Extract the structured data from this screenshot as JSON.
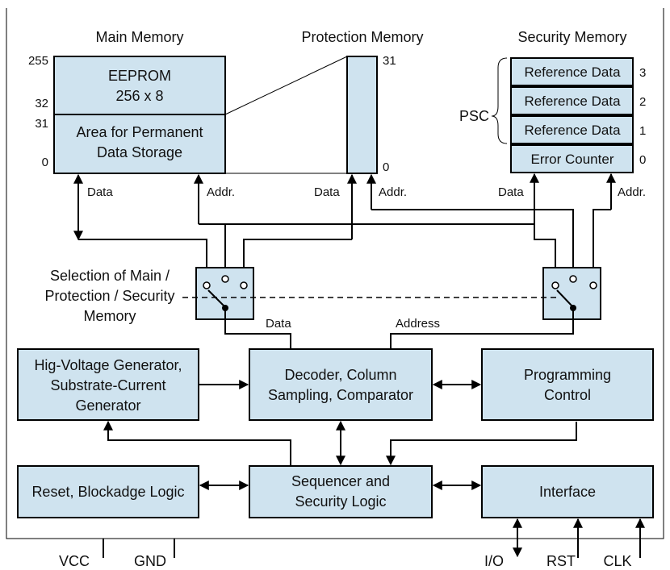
{
  "titles": {
    "main_memory": "Main Memory",
    "protection_memory": "Protection Memory",
    "security_memory": "Security Memory"
  },
  "main_memory": {
    "eeprom_line1": "EEPROM",
    "eeprom_line2": "256 x 8",
    "permanent_line1": "Area for Permanent",
    "permanent_line2": "Data Storage",
    "addr_255": "255",
    "addr_32": "32",
    "addr_31": "31",
    "addr_0": "0"
  },
  "protection_memory": {
    "addr_31": "31",
    "addr_0": "0"
  },
  "security_memory": {
    "psc_label": "PSC",
    "rows": [
      {
        "label": "Reference Data",
        "index": "3"
      },
      {
        "label": "Reference Data",
        "index": "2"
      },
      {
        "label": "Reference Data",
        "index": "1"
      },
      {
        "label": "Error Counter",
        "index": "0"
      }
    ]
  },
  "signals": {
    "data": "Data",
    "addr": "Addr.",
    "bus_data": "Data",
    "bus_address": "Address"
  },
  "selection_label": {
    "line1": "Selection of Main /",
    "line2": "Protection / Security",
    "line3": "Memory"
  },
  "blocks": {
    "hv_line1": "Hig-Voltage Generator,",
    "hv_line2": "Substrate-Current",
    "hv_line3": "Generator",
    "decoder_line1": "Decoder, Column",
    "decoder_line2": "Sampling, Comparator",
    "programming_line1": "Programming",
    "programming_line2": "Control",
    "reset_label": "Reset, Blockadge Logic",
    "sequencer_line1": "Sequencer and",
    "sequencer_line2": "Security Logic",
    "interface_label": "Interface"
  },
  "pins": {
    "vcc": "VCC",
    "gnd": "GND",
    "io": "I/O",
    "rst": "RST",
    "clk": "CLK"
  },
  "colors": {
    "box_fill": "#cfe3ef",
    "line": "#000000"
  }
}
